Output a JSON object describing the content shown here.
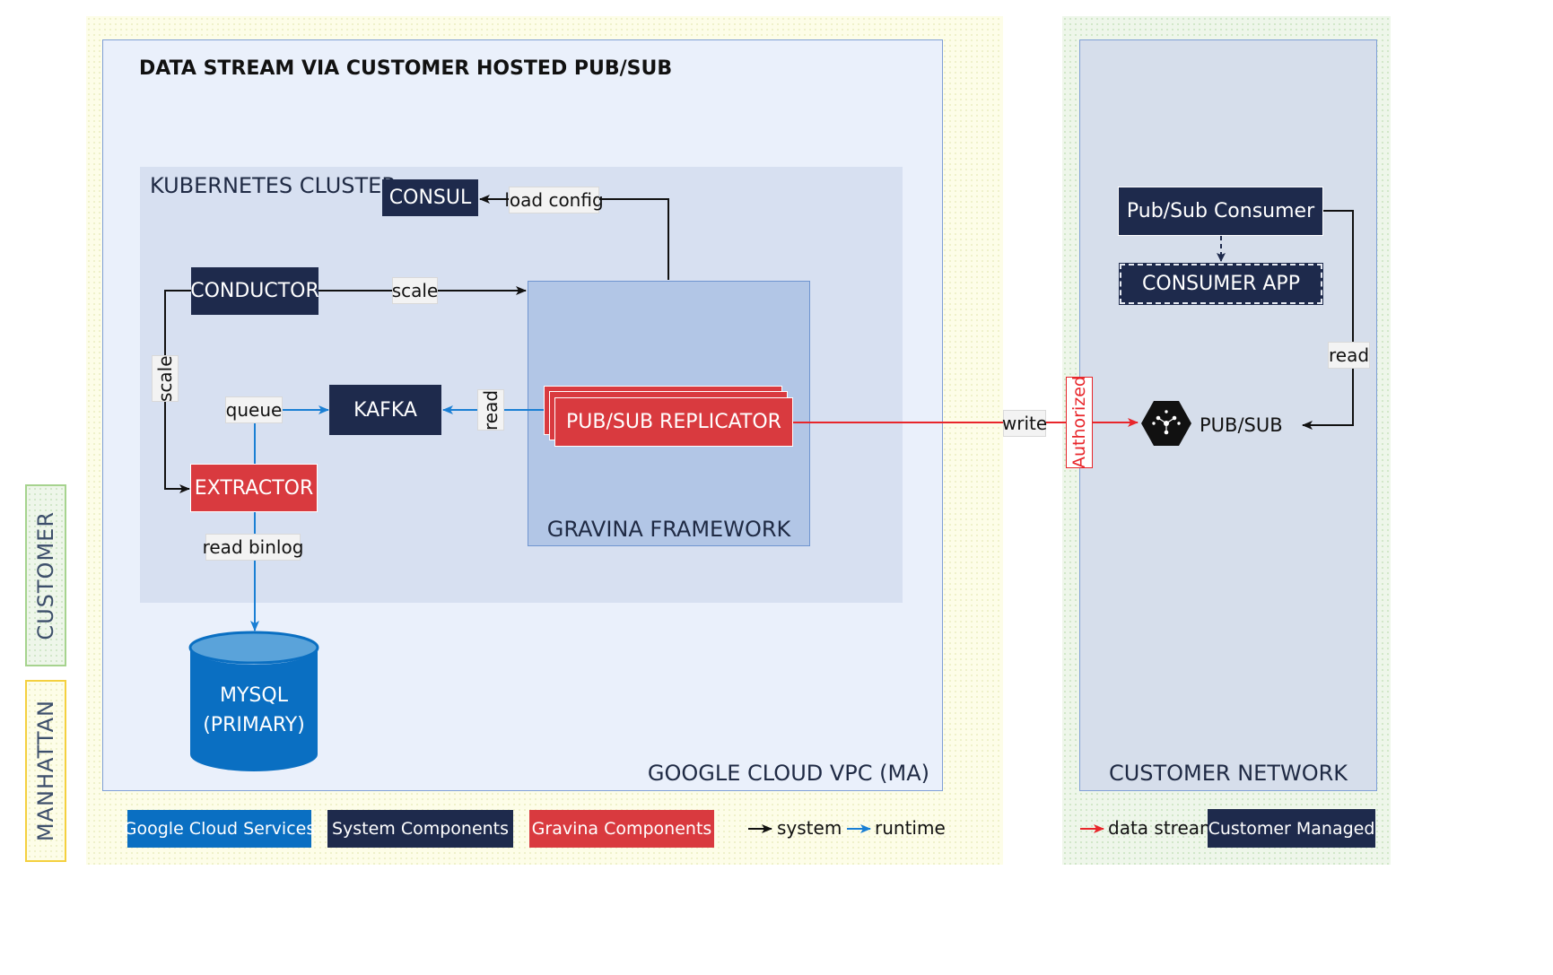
{
  "diagram": {
    "title": "DATA STREAM VIA CUSTOMER HOSTED PUB/SUB",
    "zones": {
      "vpc_label": "GOOGLE CLOUD VPC (MA)",
      "cluster_label": "KUBERNETES CLUSTER",
      "framework_label": "GRAVINA FRAMEWORK",
      "customer_network_label": "CUSTOMER NETWORK",
      "side_customer": "CUSTOMER",
      "side_manhattan": "MANHATTAN"
    },
    "nodes": {
      "consul": "CONSUL",
      "conductor": "CONDUCTOR",
      "kafka": "KAFKA",
      "extractor": "EXTRACTOR",
      "replicator": "PUB/SUB REPLICATOR",
      "mysql_line1": "MYSQL",
      "mysql_line2": "(PRIMARY)",
      "pubsub_consumer": "Pub/Sub Consumer",
      "consumer_app": "CONSUMER APP",
      "pubsub": "PUB/SUB"
    },
    "edge_labels": {
      "load_config": "load config",
      "scale_conductor": "scale",
      "scale_extractor": "scale",
      "queue": "queue",
      "read_kafka": "read",
      "read_binlog": "read binlog",
      "write": "write",
      "authorized": "Authorized",
      "read_pubsub": "read"
    },
    "legend": {
      "google_cloud": "Google Cloud Services",
      "system_components": "System Components",
      "gravina_components": "Gravina Components",
      "system": "system",
      "runtime": "runtime",
      "data_stream": "data stream",
      "customer_managed": "Customer Managed"
    },
    "colors": {
      "navy": "#1e2a4c",
      "gravina_red": "#d93a3f",
      "google_blue": "#0a6fc2",
      "runtime_arrow": "#1a7fd4",
      "data_stream_arrow": "#e8262b"
    }
  }
}
